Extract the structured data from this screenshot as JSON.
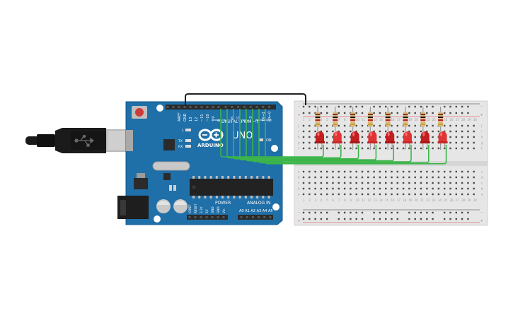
{
  "board": {
    "logo_word": "ARDUINO",
    "model": "UNO",
    "label_digital": "DIGITAL (PWM ~)",
    "label_power": "POWER",
    "label_analog": "ANALOG IN",
    "label_on": "ON",
    "led_l": "L",
    "led_tx": "TX",
    "led_rx": "RX",
    "top_header_pins": [
      "AREF",
      "GND",
      "13",
      "12",
      "~11",
      "~10",
      "~9",
      "8",
      "7",
      "~6",
      "~5",
      "4",
      "~3",
      "2",
      "TX→1",
      "RX←0"
    ],
    "power_pins": [
      "IOREF",
      "RESET",
      "3.3V",
      "5V",
      "GND",
      "GND",
      "Vin"
    ],
    "analog_pins": [
      "A0",
      "A1",
      "A2",
      "A3",
      "A4",
      "A5"
    ]
  },
  "breadboard": {
    "row_letters_top": [
      "j",
      "i",
      "h",
      "g",
      "f"
    ],
    "row_letters_bottom": [
      "e",
      "d",
      "c",
      "b",
      "a"
    ],
    "rail_minus": "−",
    "rail_plus": "+",
    "columns": 30
  },
  "circuit": {
    "led_count": 8,
    "led_color": "#d42222",
    "wire_color": "#3cb54a",
    "ground_wire_color": "#222222"
  },
  "colors": {
    "board": "#1f6fa8",
    "breadboard": "#e6e6e6",
    "header": "#2b2b2b"
  }
}
